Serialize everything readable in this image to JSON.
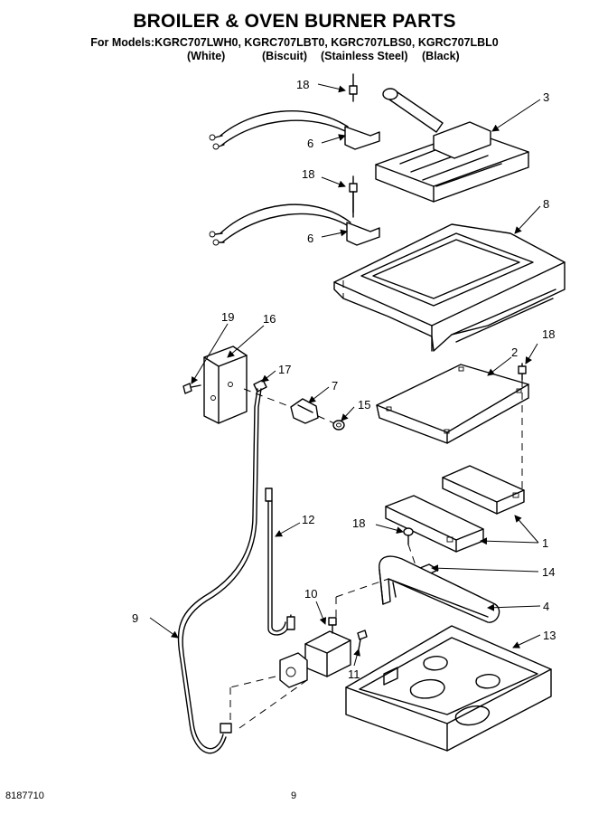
{
  "header": {
    "title": "BROILER & OVEN BURNER PARTS",
    "models_line": "For Models:KGRC707LWH0, KGRC707LBT0, KGRC707LBS0, KGRC707LBL0",
    "variants": [
      "(White)",
      "(Biscuit)",
      "(Stainless Steel)",
      "(Black)"
    ]
  },
  "callouts": {
    "c18a": "18",
    "c3": "3",
    "c6a": "6",
    "c18b": "18",
    "c8": "8",
    "c6b": "6",
    "c19": "19",
    "c16": "16",
    "c17": "17",
    "c7": "7",
    "c15": "15",
    "c2": "2",
    "c18c": "18",
    "c1": "1",
    "c18d": "18",
    "c14": "14",
    "c12": "12",
    "c4": "4",
    "c10": "10",
    "c9": "9",
    "c13": "13",
    "c11": "11"
  },
  "footer": {
    "doc_number": "8187710",
    "page_number": "9"
  },
  "colors": {
    "line": "#000000",
    "background": "#ffffff"
  }
}
